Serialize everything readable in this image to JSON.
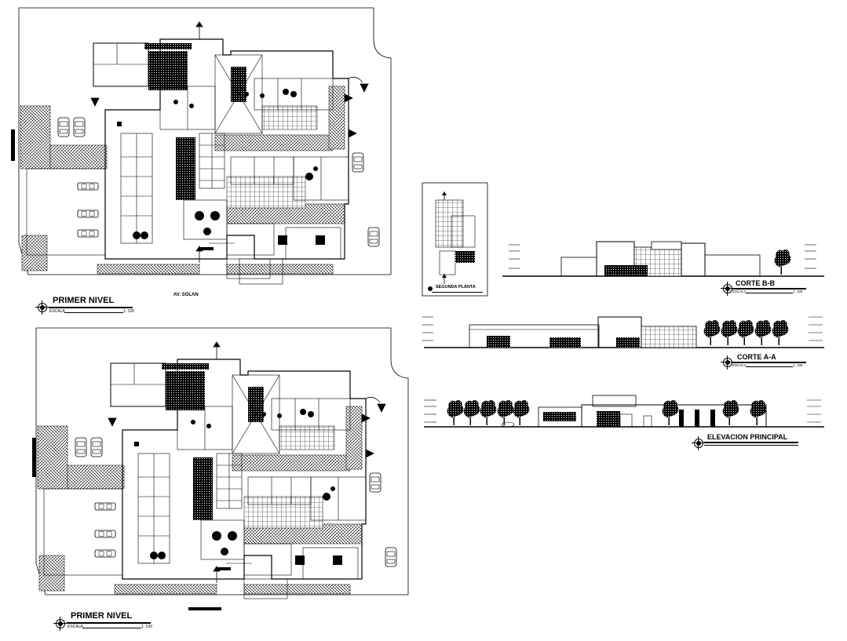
{
  "sheet": {
    "plan1": {
      "title": "PRIMER NIVEL",
      "scale_label": "ESCALA",
      "scale_value": "1: 100",
      "road_label": "AV. SOLAN"
    },
    "plan2": {
      "title": "PRIMER NIVEL",
      "scale_label": "ESCALA",
      "scale_value": "1: 100"
    },
    "second_floor": {
      "title": "SEGUNDA PLANTA"
    },
    "section_bb": {
      "title": "CORTE B-B",
      "scale_label": "ESCALA",
      "scale_value": "1: 100"
    },
    "section_aa": {
      "title": "CORTE A-A",
      "scale_label": "ESCALA",
      "scale_value": "1: 100"
    },
    "elevation": {
      "title": "ELEVACION PRINCIPAL"
    }
  },
  "colors": {
    "ink": "#000000",
    "paper": "#ffffff",
    "hatch": "#1a1a1a"
  }
}
